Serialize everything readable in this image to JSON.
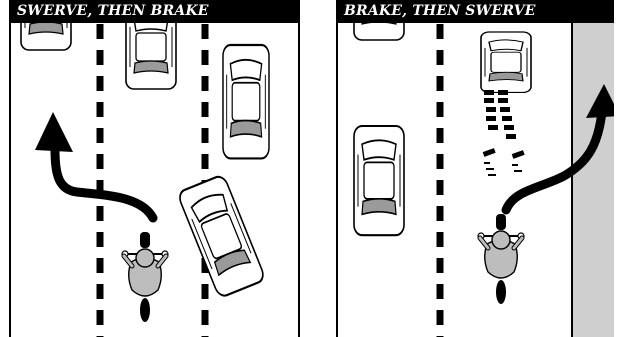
{
  "panels": [
    {
      "id": "left",
      "title": "SWERVE, THEN BRAKE"
    },
    {
      "id": "right",
      "title": "BRAKE, THEN SWERVE"
    }
  ],
  "colors": {
    "road": "#ffffff",
    "ink": "#000000",
    "rider": "#bdbdbd",
    "shoulder": "#cfcfcf",
    "car_detail": "#9a9a9a"
  },
  "icons": [
    "car-icon",
    "motorcycle-icon",
    "swerve-arrow-icon",
    "skid-mark-icon"
  ]
}
